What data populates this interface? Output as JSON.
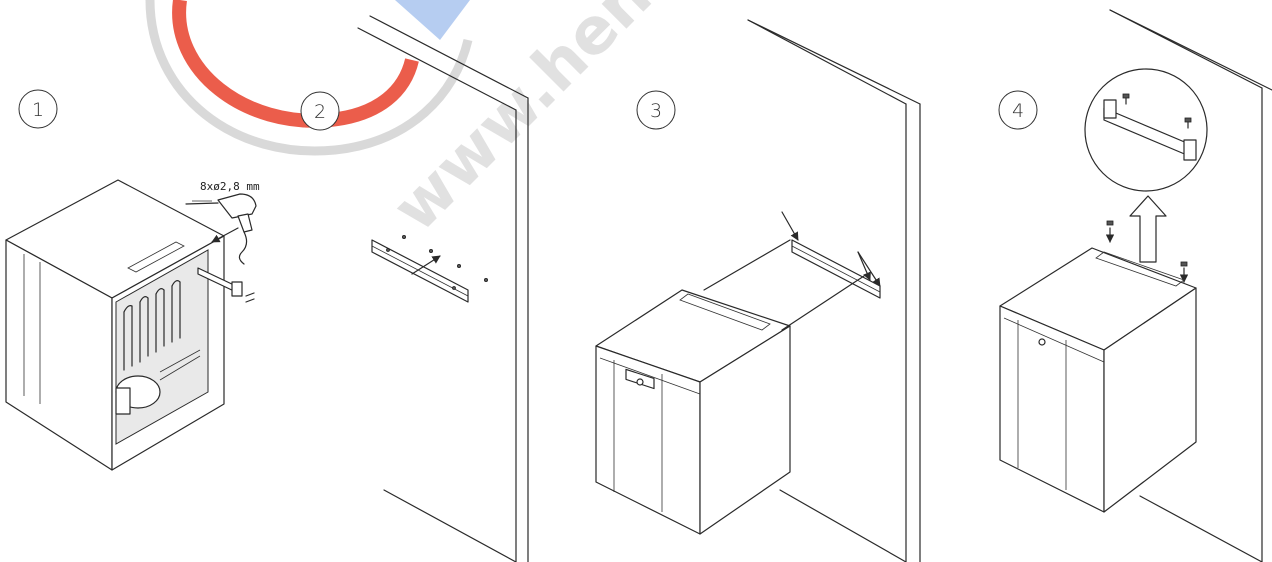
{
  "watermark": {
    "text": "www.hen",
    "colors": {
      "red": "#e8412c",
      "blue": "#2f6fd6",
      "gray": "#c9c9c9"
    }
  },
  "steps": [
    {
      "number": "1",
      "label": ""
    },
    {
      "number": "2",
      "label": ""
    },
    {
      "number": "3",
      "label": ""
    },
    {
      "number": "4",
      "label": ""
    }
  ],
  "drill_note": "8xø2,8  mm",
  "icons": [
    "drill-icon",
    "screw-icon",
    "up-arrow-icon",
    "magnifier-circle"
  ]
}
